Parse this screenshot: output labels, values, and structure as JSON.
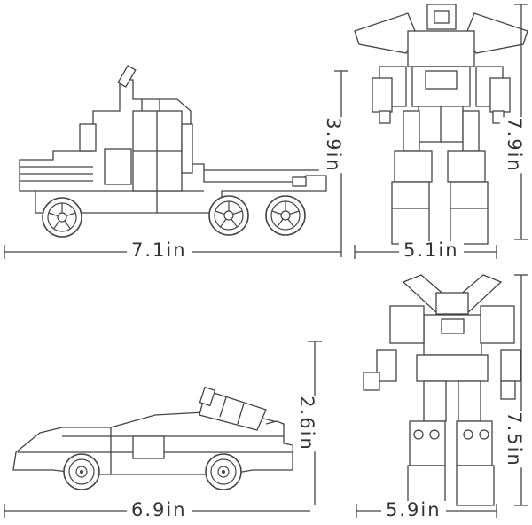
{
  "panels": [
    {
      "id": "truck",
      "illustration": "truck-vehicle-mode-icon",
      "width_label": "7.1in",
      "height_label": "3.9in"
    },
    {
      "id": "truck-robot",
      "illustration": "truck-robot-mode-icon",
      "width_label": "5.1in",
      "height_label": "7.9in"
    },
    {
      "id": "car",
      "illustration": "sports-car-vehicle-mode-icon",
      "width_label": "6.9in",
      "height_label": "2.6in"
    },
    {
      "id": "car-robot",
      "illustration": "car-robot-mode-icon",
      "width_label": "5.9in",
      "height_label": "7.5in"
    }
  ],
  "colors": {
    "line": "#444444",
    "dim_text": "#333333",
    "background": "#ffffff"
  }
}
